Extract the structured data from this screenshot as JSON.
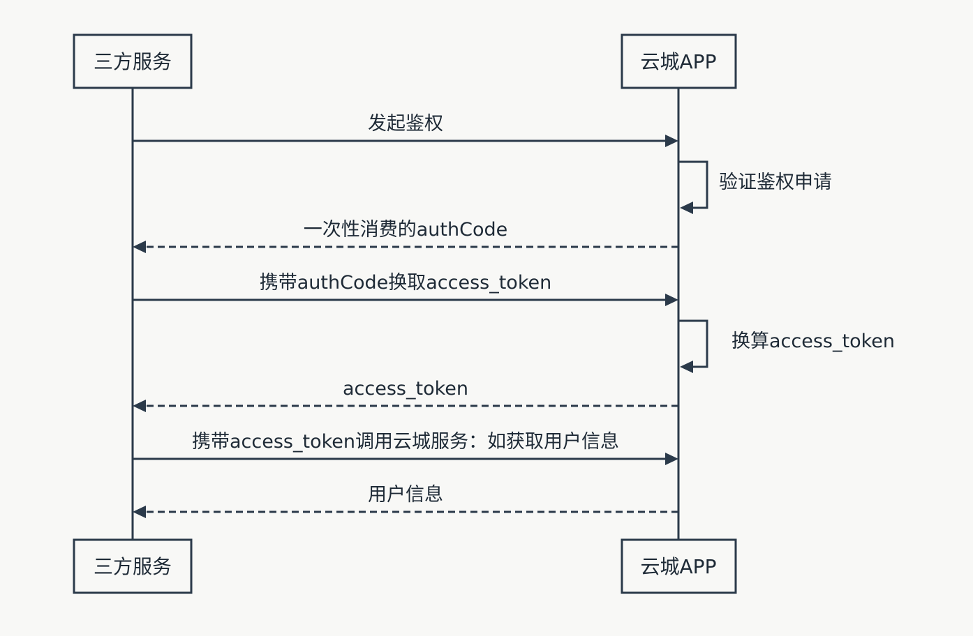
{
  "diagram": {
    "type": "sequence",
    "participants": [
      {
        "id": "third_party",
        "label": "三方服务"
      },
      {
        "id": "yuncheng_app",
        "label": "云城APP"
      }
    ],
    "messages": [
      {
        "from": "third_party",
        "to": "yuncheng_app",
        "label": "发起鉴权",
        "style": "solid"
      },
      {
        "from": "yuncheng_app",
        "to": "yuncheng_app",
        "label": "验证鉴权申请",
        "style": "solid"
      },
      {
        "from": "yuncheng_app",
        "to": "third_party",
        "label": "一次性消费的authCode",
        "style": "dashed"
      },
      {
        "from": "third_party",
        "to": "yuncheng_app",
        "label": "携带authCode换取access_token",
        "style": "solid"
      },
      {
        "from": "yuncheng_app",
        "to": "yuncheng_app",
        "label": "换算access_token",
        "style": "solid"
      },
      {
        "from": "yuncheng_app",
        "to": "third_party",
        "label": "access_token",
        "style": "dashed"
      },
      {
        "from": "third_party",
        "to": "yuncheng_app",
        "label": "携带access_token调用云城服务：如获取用户信息",
        "style": "solid"
      },
      {
        "from": "yuncheng_app",
        "to": "third_party",
        "label": "用户信息",
        "style": "dashed"
      }
    ],
    "colors": {
      "line": "#2b3a4a",
      "text": "#1e2a36",
      "background": "#f8f8f6"
    }
  }
}
